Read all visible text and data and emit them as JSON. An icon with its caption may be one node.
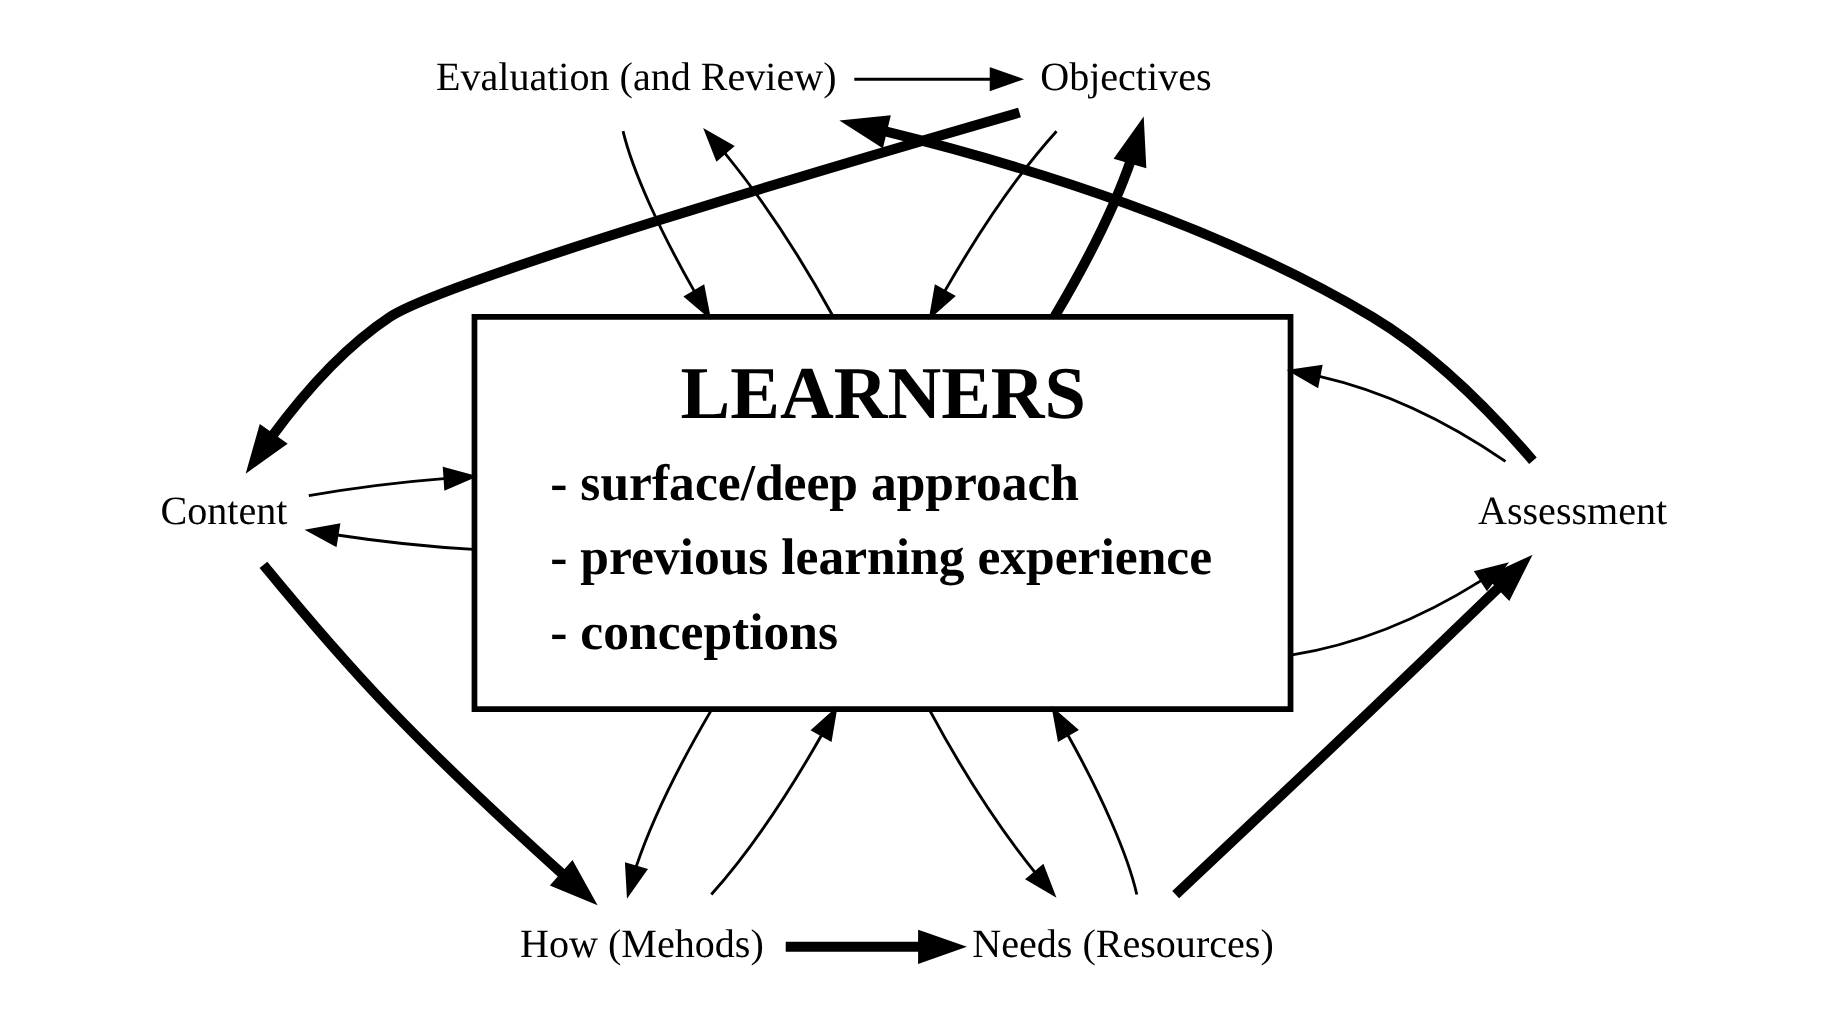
{
  "diagram": {
    "nodes": [
      {
        "text": [
          "Objectives"
        ]
      },
      {
        "text": [
          "Evaluation (and Review)"
        ]
      },
      {
        "text": [
          "Content"
        ]
      },
      {
        "text": [
          "LEARNERS",
          "- surface/deep approach",
          "- previous learning experience",
          "- conceptions"
        ]
      },
      {
        "text": [
          "Assessment"
        ]
      },
      {
        "text": [
          "How (Mehods)"
        ]
      },
      {
        "text": [
          "Needs (Resources)"
        ]
      }
    ],
    "edges": [
      {
        "from": 1,
        "to": 0,
        "arrow": "to"
      },
      {
        "from": 0,
        "to": 2,
        "arrow": "to",
        "style": "thick"
      },
      {
        "from": 2,
        "to": 5,
        "arrow": "to",
        "style": "thick"
      },
      {
        "from": 5,
        "to": 6,
        "arrow": "to",
        "style": "thick"
      },
      {
        "from": 6,
        "to": 4,
        "arrow": "to",
        "style": "thick"
      },
      {
        "from": 4,
        "to": 1,
        "arrow": "to",
        "style": "thick"
      },
      {
        "from": 3,
        "to": 0,
        "arrow": "to",
        "style": "thick"
      },
      {
        "from": 0,
        "to": 3,
        "arrow": "to"
      },
      {
        "from": 3,
        "to": 1,
        "arrow": "to"
      },
      {
        "from": 1,
        "to": 3,
        "arrow": "to"
      },
      {
        "from": 3,
        "to": 2,
        "arrow": "to"
      },
      {
        "from": 2,
        "to": 3,
        "arrow": "to"
      },
      {
        "from": 3,
        "to": 4,
        "arrow": "to"
      },
      {
        "from": 4,
        "to": 3,
        "arrow": "to"
      },
      {
        "from": 3,
        "to": 5,
        "arrow": "to"
      },
      {
        "from": 5,
        "to": 3,
        "arrow": "to"
      },
      {
        "from": 3,
        "to": 6,
        "arrow": "to"
      },
      {
        "from": 6,
        "to": 3,
        "arrow": "to"
      }
    ]
  }
}
